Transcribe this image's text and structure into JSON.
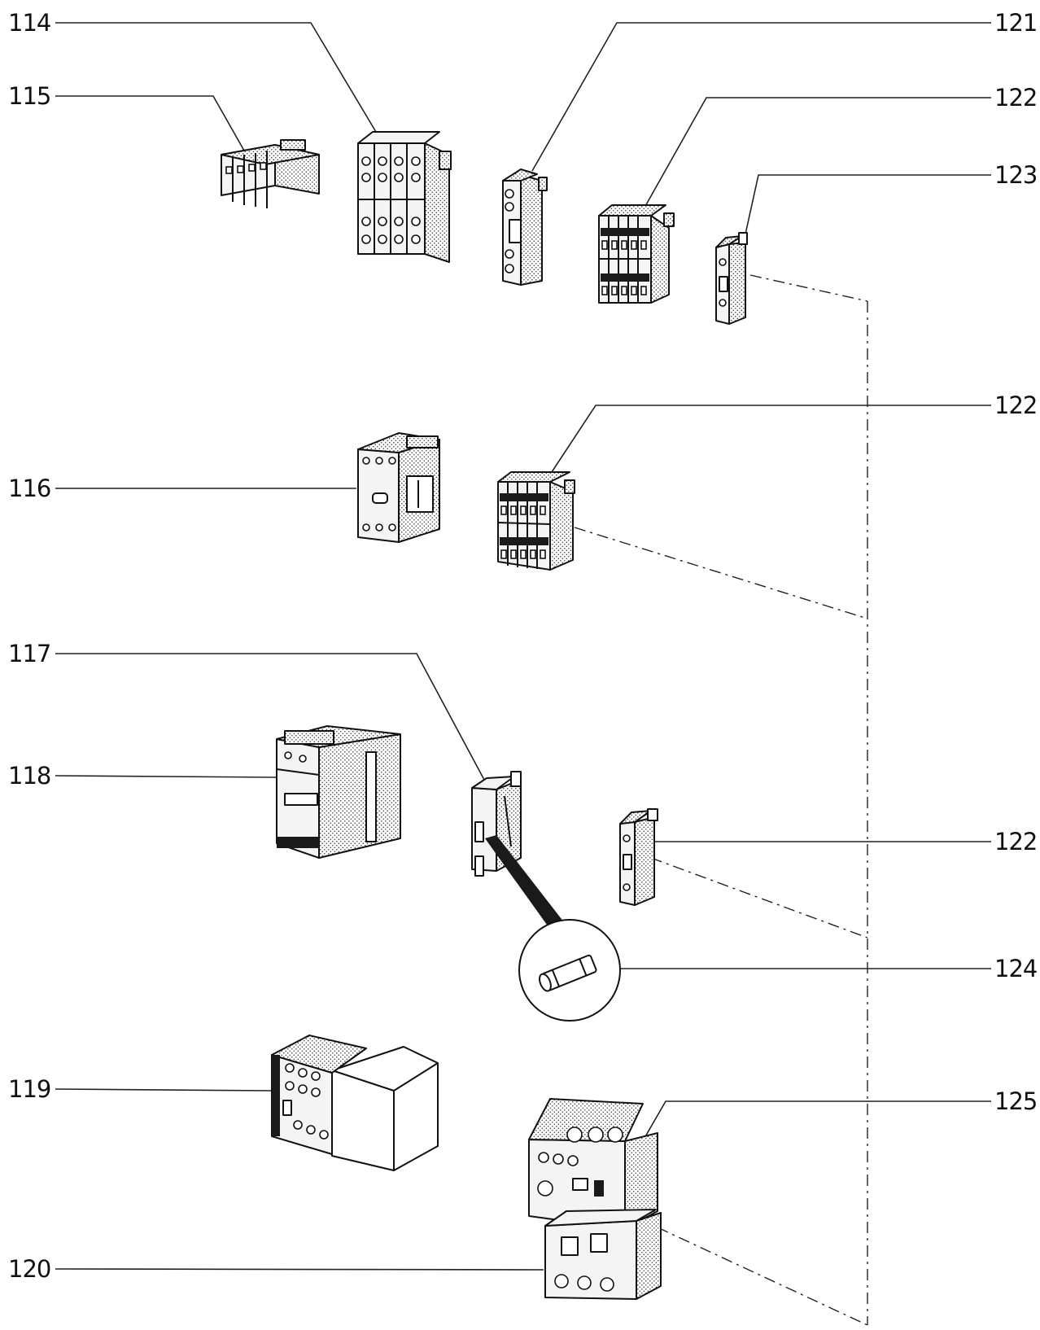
{
  "labels": {
    "l114": "114",
    "l115": "115",
    "l116": "116",
    "l117": "117",
    "l118": "118",
    "l119": "119",
    "l120": "120",
    "l121": "121",
    "l122a": "122",
    "l123": "123",
    "l122b": "122",
    "l122c": "122",
    "l124": "124",
    "l125": "125"
  },
  "colors": {
    "ink": "#111111",
    "paper": "#ffffff",
    "shade": "#b9b9b9"
  }
}
